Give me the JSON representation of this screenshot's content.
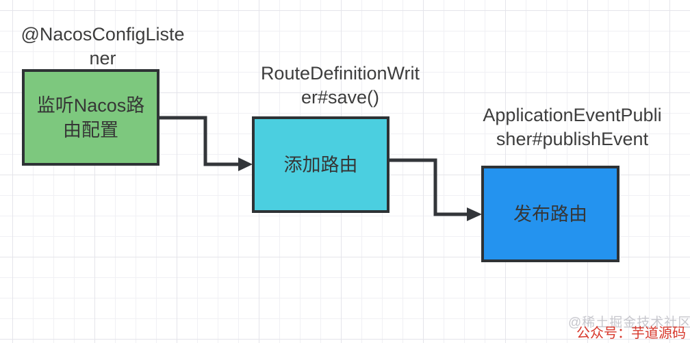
{
  "diagram": {
    "nodes": [
      {
        "annotation": "@NacosConfigListe\nner",
        "label": "监听Nacos路\n由配置",
        "fill": "#7dc87e"
      },
      {
        "annotation": "RouteDefinitionWrit\ner#save()",
        "label": "添加路由",
        "fill": "#4bcfe0"
      },
      {
        "annotation": "ApplicationEventPubli\nsher#publishEvent",
        "label": "发布路由",
        "fill": "#2493ef"
      }
    ],
    "connector_color": "#33363a",
    "border_color": "#2e3235"
  },
  "watermark": {
    "background_text": "@稀土掘金技术社区",
    "background_color": "#c7c7cd",
    "foreground_text": "公众号：芋道源码",
    "foreground_color": "#d7372b"
  }
}
